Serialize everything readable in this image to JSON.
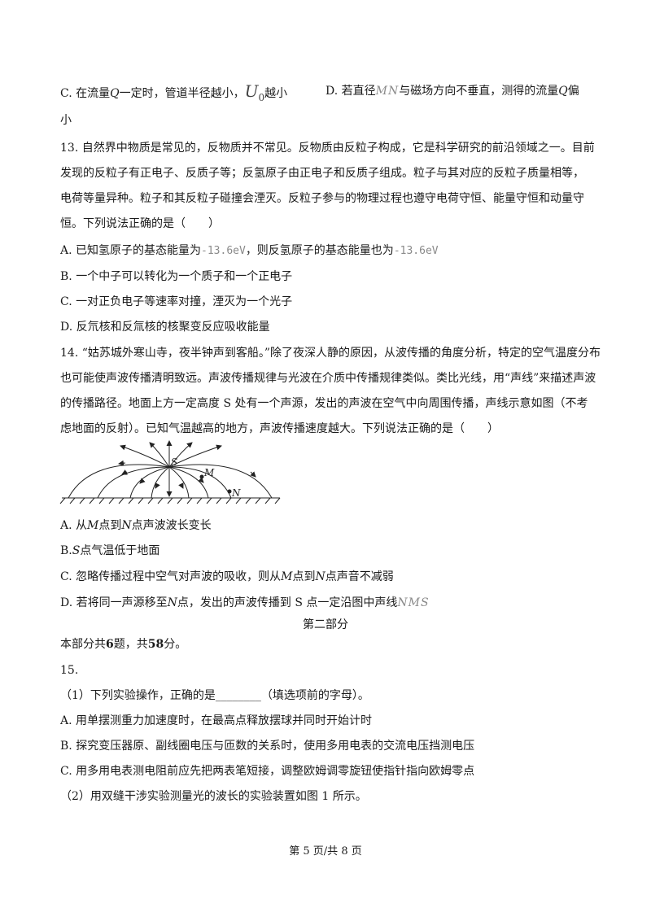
{
  "q12": {
    "optC_prefix": "C. 在流量",
    "optC_Q": "Q",
    "optC_mid": "一定时，管道半径越小，",
    "optC_U": "U",
    "optC_Usub": "0",
    "optC_suffix": "越小",
    "optD_prefix": "D. 若直径",
    "optD_MN": "MN",
    "optD_mid": "与磁场方向不垂直，测得的流量",
    "optD_Q": "Q",
    "optD_suffix": "偏",
    "optD_cont": "小"
  },
  "q13": {
    "stem1": "13. 自然界中物质是常见的，反物质并不常见。反物质由反粒子构成，它是科学研究的前沿领域之一。目前",
    "stem2": "发现的反粒子有正电子、反质子等；反氢原子由正电子和反质子组成。粒子与其对应的反粒子质量相等，",
    "stem3": "电荷等量异种。粒子和其反粒子碰撞会湮灭。反粒子参与的物理过程也遵守电荷守恒、能量守恒和动量守",
    "stem4": "恒。下列说法正确的是（　　）",
    "optA_pre": "A. 已知氢原子的基态能量为",
    "optA_val1": "-13.6eV",
    "optA_mid": "，则反氢原子的基态能量也为",
    "optA_val2": "-13.6eV",
    "optB": "B. 一个中子可以转化为一个质子和一个正电子",
    "optC": "C. 一对正负电子等速率对撞，湮灭为一个光子",
    "optD": "D. 反氘核和反氚核的核聚变反应吸收能量"
  },
  "q14": {
    "stem1": "14. “姑苏城外寒山寺，夜半钟声到客船。”除了夜深人静的原因，从波传播的角度分析，特定的空气温度分布",
    "stem2": "也可能使声波传播清明致远。声波传播规律与光波在介质中传播规律类似。类比光线，用“声线”来描述声波",
    "stem3": "的传播路径。地面上方一定高度 S 处有一个声源，发出的声波在空气中向周围传播，声线示意如图（不考",
    "stem4": "虑地面的反射）。已知气温越高的地方，声波传播速度越大。下列说法正确的是（　　）",
    "fig_S": "S",
    "fig_M": "M",
    "fig_N": "N",
    "optA_1": "A. 从",
    "optA_M": "M",
    "optA_2": "点到",
    "optA_N": "N",
    "optA_3": "点声波波长变长",
    "optB_1": "B.",
    "optB_S": "S",
    "optB_2": "点气温低于地面",
    "optC_1": "C. 忽略传播过程中空气对声波的吸收，则从",
    "optC_M": "M",
    "optC_2": "点到",
    "optC_N": "N",
    "optC_3": "点声音不减弱",
    "optD_1": "D. 若将同一声源移至",
    "optD_N": "N",
    "optD_2": "点，发出的声波传播到 S 点一定沿图中声线",
    "optD_NMS": "NMS"
  },
  "part2": {
    "title": "第二部分",
    "intro_1": "本部分共",
    "intro_n": "6",
    "intro_2": "题，共",
    "intro_s": "58",
    "intro_3": "分。"
  },
  "q15": {
    "num": "15.",
    "sub1": "（1）下列实验操作，正确的是________（填选项前的字母）。",
    "optA": "A. 用单摆测重力加速度时，在最高点释放摆球并同时开始计时",
    "optB": "B. 探究变压器原、副线圈电压与匝数的关系时，使用多用电表的交流电压挡测电压",
    "optC": "C. 用多用电表测电阻前应先把两表笔短接，调整欧姆调零旋钮使指针指向欧姆零点",
    "sub2": "（2）用双缝干涉实验测量光的波长的实验装置如图 1 所示。"
  },
  "footer": {
    "text": "第 5 页/共 8 页"
  }
}
